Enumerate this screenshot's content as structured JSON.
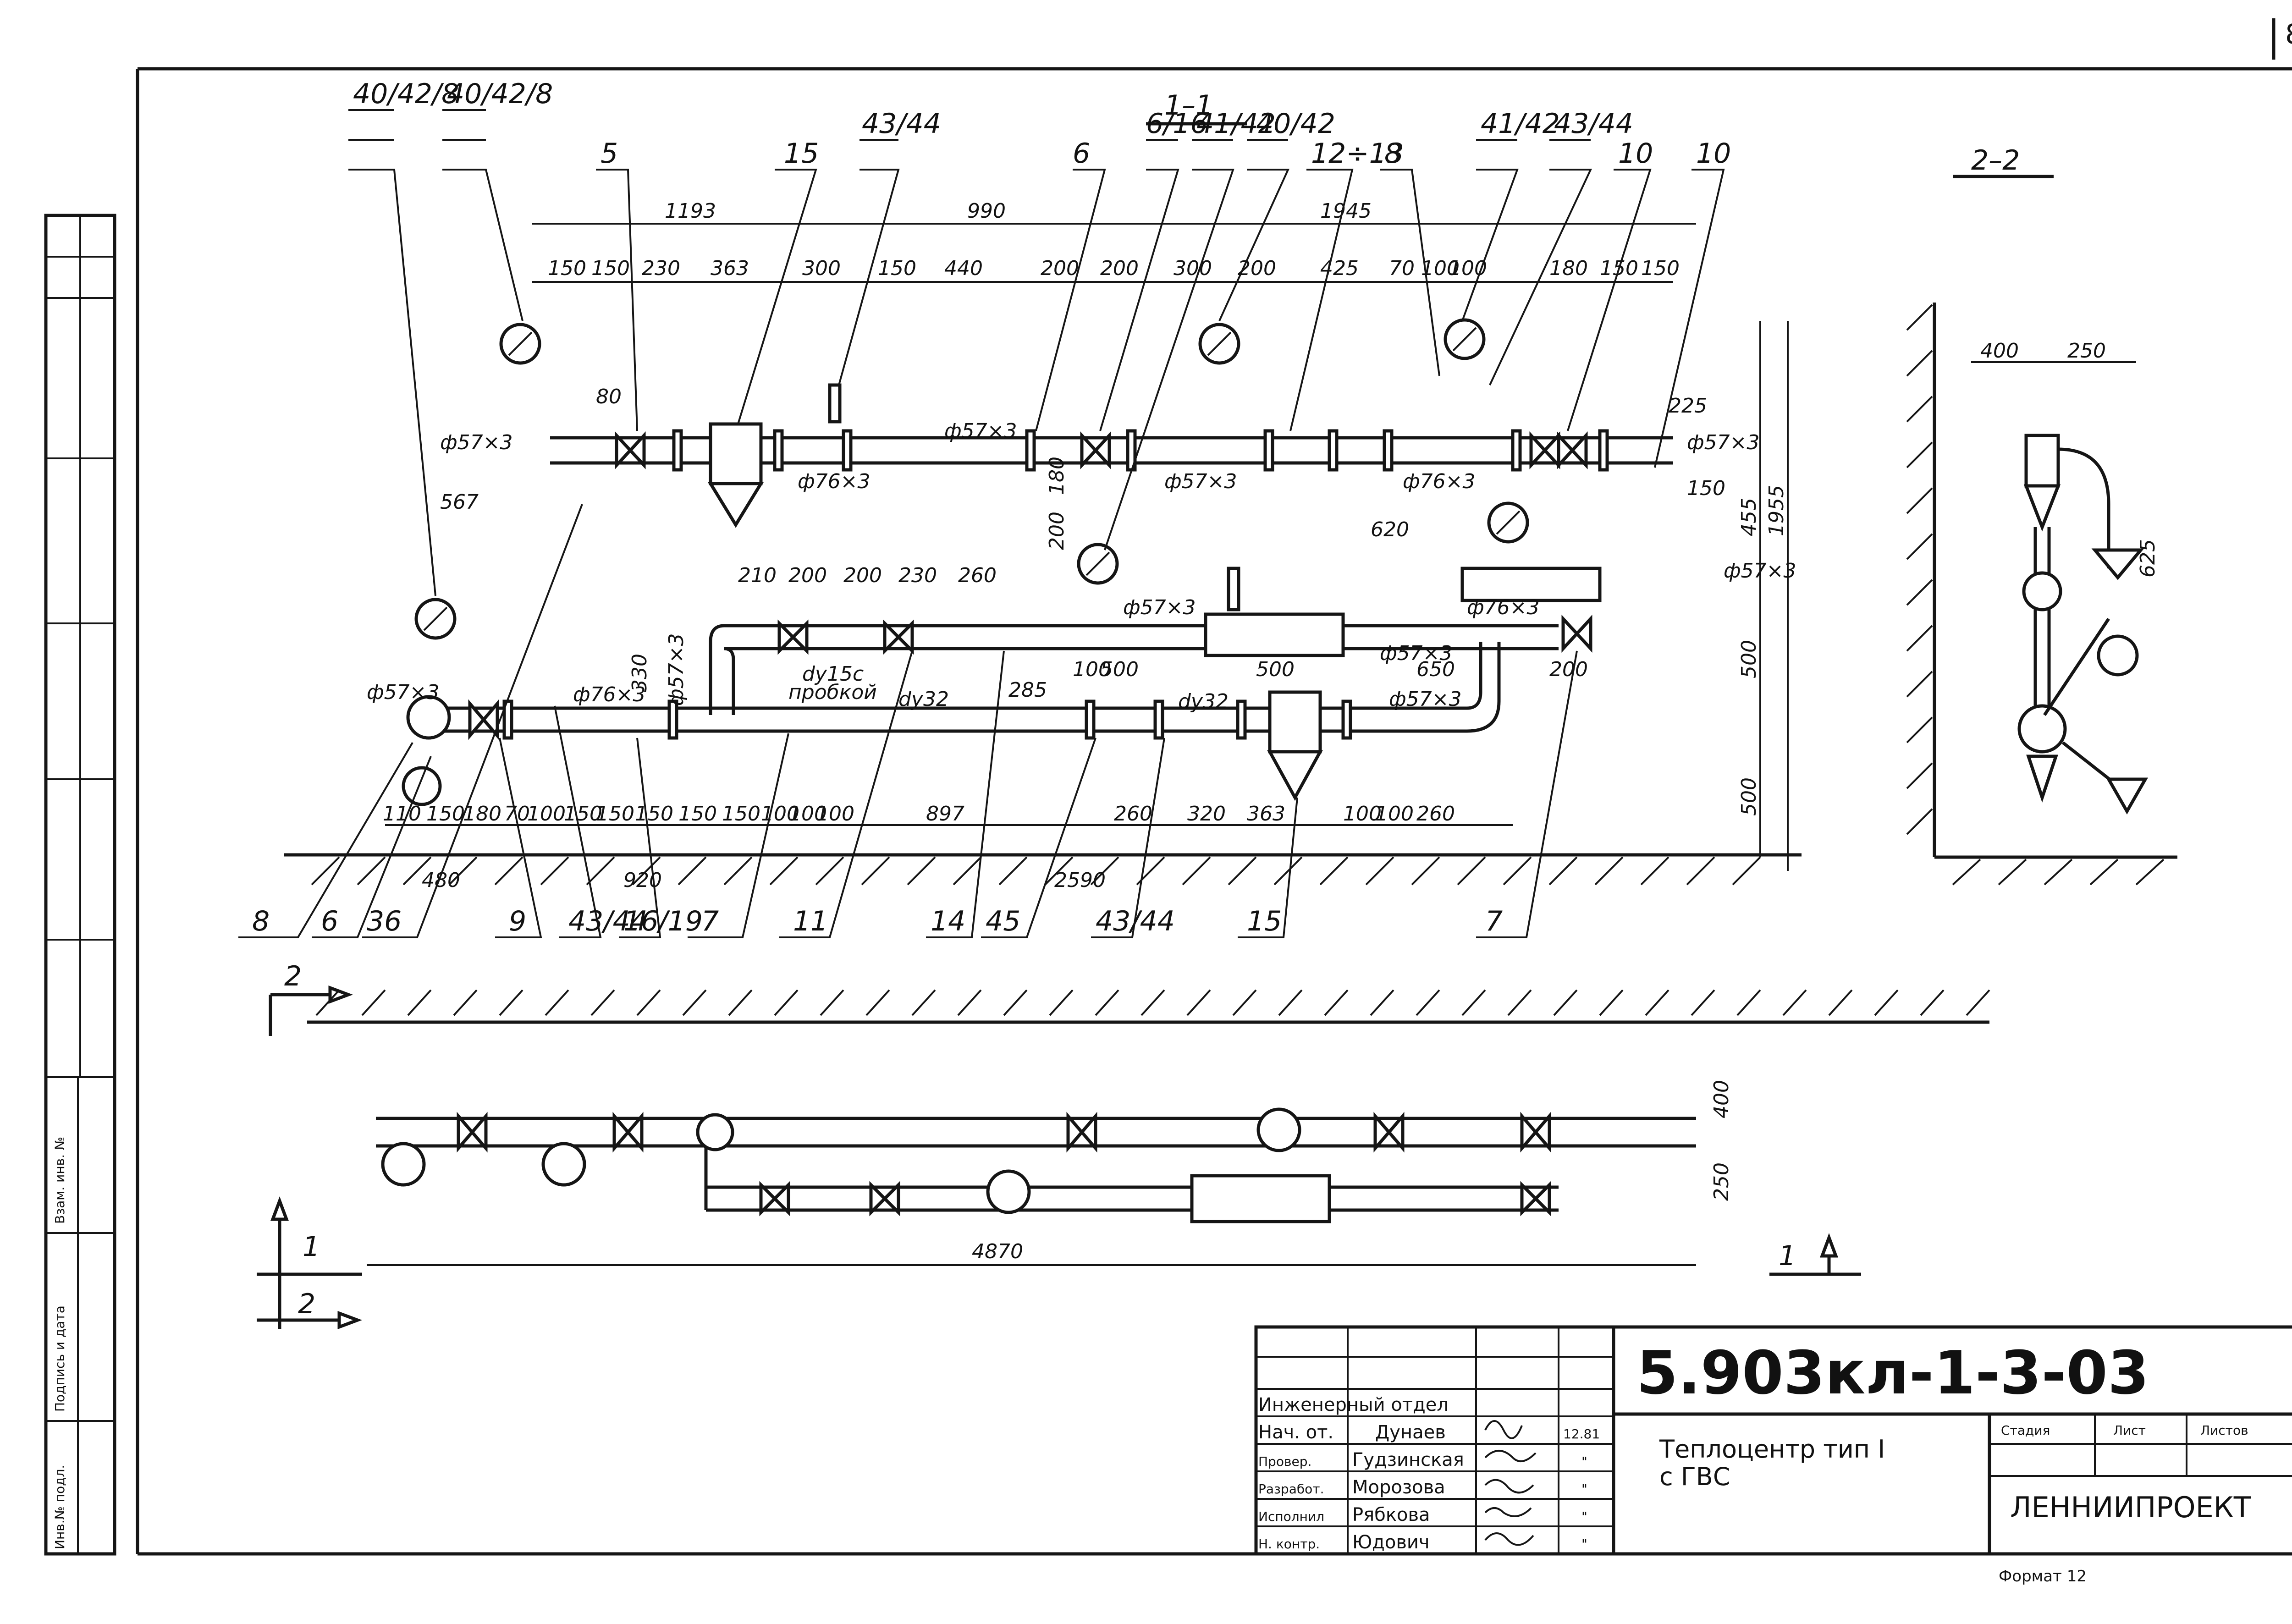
{
  "sheet": {
    "sheet_number": "8",
    "format": "Формат 12"
  },
  "sections": {
    "section_1_1": "1–1",
    "section_2_2": "2–2",
    "cut_2_top": "2",
    "cut_1_left": "1",
    "cut_2_left": "2",
    "cut_1_right": "1"
  },
  "section_1_1": {
    "top_dims": [
      "1193",
      "990",
      "1945"
    ],
    "second_dims": [
      "150",
      "150",
      "230",
      "363",
      "300",
      "150",
      "440",
      "200",
      "200",
      "300",
      "200",
      "425",
      "70",
      "100",
      "100",
      "180",
      "150",
      "150"
    ],
    "mid_dims": [
      "210",
      "200",
      "200",
      "230",
      "260"
    ],
    "bottom_dims": [
      "110",
      "150",
      "180",
      "70",
      "100",
      "150",
      "150",
      "150",
      "150",
      "150",
      "100",
      "100",
      "100",
      "897",
      "260",
      "320",
      "363",
      "100",
      "100",
      "260"
    ],
    "overall_dims": [
      "480",
      "920",
      "2590"
    ],
    "side_dims": [
      "455",
      "1955",
      "500",
      "500"
    ],
    "misc_dims": [
      "80",
      "567",
      "620",
      "225",
      "150",
      "330",
      "285",
      "500",
      "500",
      "650",
      "200",
      "180",
      "200",
      "100"
    ],
    "pipe_labels": [
      "ф57×3",
      "ф57×3",
      "ф76×3",
      "ф57×3",
      "ф57×3",
      "ф76×3",
      "ф57×3",
      "ф57×3",
      "ф76×3",
      "ф57×3",
      "ф57×3",
      "ф76×3",
      "ф57×3",
      "ф57×3"
    ],
    "note_dy15": "dу15с",
    "note_probka": "пробкой",
    "note_dy32a": "dу32",
    "note_dy32b": "dу32",
    "callouts_top": [
      "40/42/8",
      "40/42/8",
      "5",
      "15",
      "43/44",
      "6",
      "6/16",
      "41/42",
      "40/42",
      "12÷13",
      "8",
      "41/42",
      "43/44",
      "10",
      "10"
    ],
    "callouts_bottom": [
      "8",
      "6",
      "36",
      "9",
      "43/44",
      "16/19",
      "7",
      "11",
      "14",
      "45",
      "43/44",
      "15",
      "7"
    ]
  },
  "section_2_2_dims": [
    "400",
    "250",
    "625"
  ],
  "plan": {
    "dims": [
      "4870",
      "400",
      "250"
    ]
  },
  "title_block": {
    "code": "5.903кл-1-3-03",
    "title_line1": "Теплоцентр тип I",
    "title_line2": "с ГВС",
    "org": "ЛЕННИИПРОЕКТ",
    "stage_header": "Стадия",
    "sheet_header": "Лист",
    "sheets_header": "Листов",
    "rows": [
      {
        "role": "Инженерный отдел",
        "name": "",
        "date": ""
      },
      {
        "role": "Нач. от.",
        "name": "Дунаев",
        "date": "12.81"
      },
      {
        "role": "Провер.",
        "name": "Гудзинская",
        "date": "\""
      },
      {
        "role": "Разработ.",
        "name": "Морозова",
        "date": "\""
      },
      {
        "role": "Исполнил",
        "name": "Рябкова",
        "date": "\""
      },
      {
        "role": "Н. контр.",
        "name": "Юдович",
        "date": "\""
      }
    ]
  },
  "side_stamp": {
    "inv_podl": "Инв.№ подл.",
    "podpis": "Подпись и дата",
    "vzam": "Взам. инв. №"
  }
}
